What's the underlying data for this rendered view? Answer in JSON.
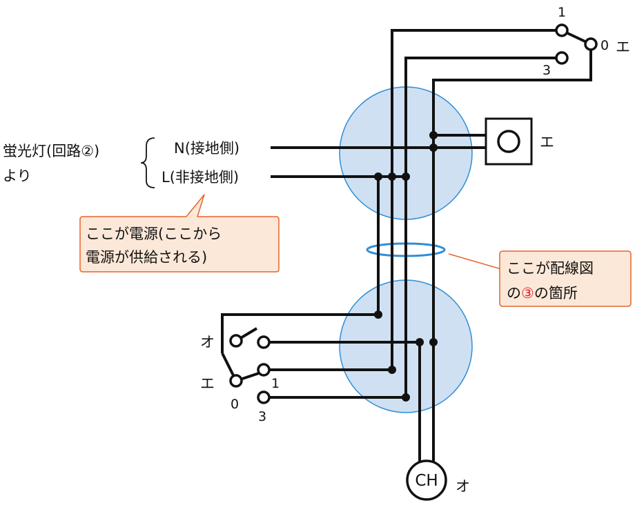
{
  "source": {
    "line1": "蛍光灯(回路②)",
    "line2": "より",
    "neutral": "N(接地側)",
    "live": "L(非接地側)"
  },
  "switch_top": {
    "t1": "1",
    "t0": "0",
    "t3": "3",
    "label": "エ"
  },
  "outlet_label": "エ",
  "switch_bottom": {
    "label_o": "オ",
    "label_e": "エ",
    "t0": "0",
    "t1": "1",
    "t3": "3"
  },
  "ch": {
    "text": "CH",
    "label": "オ"
  },
  "callout_power": {
    "line1": "ここが電源(ここから",
    "line2": "電源が供給される)"
  },
  "callout_section": {
    "line1": "ここが配線図",
    "line2_prefix": "の",
    "line2_mark": "③",
    "line2_suffix": "の箇所"
  },
  "colors": {
    "junction_fill": "#cfe0f2",
    "junction_stroke": "#2e8ed6",
    "callout_fill": "#fce8d8",
    "callout_stroke": "#e6622a",
    "ring": "#2e8ed6",
    "mark_red": "#e0202a"
  }
}
